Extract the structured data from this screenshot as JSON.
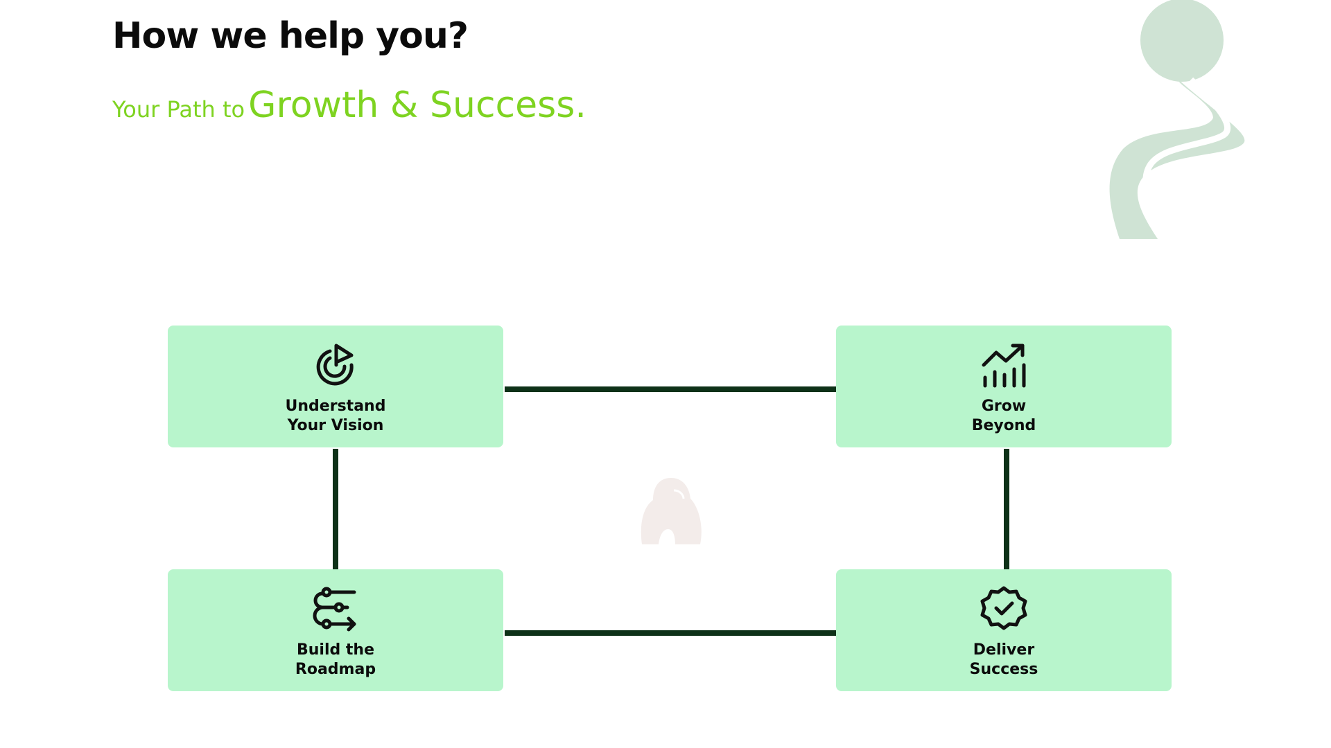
{
  "header": {
    "title": "How we help you?",
    "subtitle_small": "Your Path to",
    "subtitle_big": "Growth & Success."
  },
  "steps": [
    {
      "line1": "Understand",
      "line2": "Your Vision",
      "icon": "target-play-icon"
    },
    {
      "line1": "Grow",
      "line2": "Beyond",
      "icon": "growth-chart-icon"
    },
    {
      "line1": "Build the",
      "line2": "Roadmap",
      "icon": "roadmap-sliders-icon"
    },
    {
      "line1": "Deliver",
      "line2": "Success",
      "icon": "verified-badge-icon"
    }
  ],
  "colors": {
    "card_bg": "#b8f5cc",
    "connector": "#0e3118",
    "accent_green": "#7ed321",
    "deco_green": "#cfe3d4",
    "mascot": "#f3ecea"
  }
}
